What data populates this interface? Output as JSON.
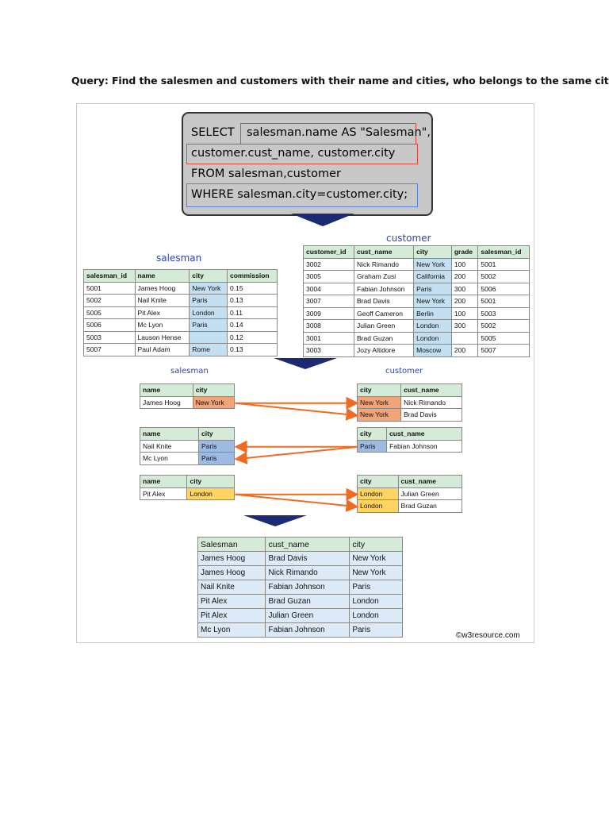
{
  "query": "Query: Find the salesmen and customers with their name and cities, who belongs to the same city",
  "sql": {
    "select_kw": "SELECT",
    "select_rest": "salesman.name AS \"Salesman\",",
    "line2": "customer.cust_name, customer.city",
    "line3": "FROM salesman,customer",
    "line4": "WHERE salesman.city=customer.city;"
  },
  "salesman_table": {
    "caption": "salesman",
    "headers": [
      "salesman_id",
      "name",
      "city",
      "commission"
    ],
    "rows": [
      [
        "5001",
        "James Hoog",
        "New York",
        "0.15"
      ],
      [
        "5002",
        "Nail Knite",
        "Paris",
        "0.13"
      ],
      [
        "5005",
        "Pit Alex",
        "London",
        "0.11"
      ],
      [
        "5006",
        "Mc Lyon",
        "Paris",
        "0.14"
      ],
      [
        "5003",
        "Lauson Hense",
        "",
        "0.12"
      ],
      [
        "5007",
        "Paul Adam",
        "Rome",
        "0.13"
      ]
    ]
  },
  "customer_table": {
    "caption": "customer",
    "headers": [
      "customer_id",
      "cust_name",
      "city",
      "grade",
      "salesman_id"
    ],
    "rows": [
      [
        "3002",
        "Nick Rimando",
        "New York",
        "100",
        "5001"
      ],
      [
        "3005",
        "Graham Zusi",
        "California",
        "200",
        "5002"
      ],
      [
        "3004",
        "Fabian Johnson",
        "Paris",
        "300",
        "5006"
      ],
      [
        "3007",
        "Brad Davis",
        "New York",
        "200",
        "5001"
      ],
      [
        "3009",
        "Geoff Cameron",
        "Berlin",
        "100",
        "5003"
      ],
      [
        "3008",
        "Julian Green",
        "London",
        "300",
        "5002"
      ],
      [
        "3001",
        "Brad Guzan",
        "London",
        "",
        "5005"
      ],
      [
        "3003",
        "Jozy Altidore",
        "Moscow",
        "200",
        "5007"
      ]
    ]
  },
  "match": {
    "salesman_caption": "salesman",
    "customer_caption": "customer",
    "salesman_headers": [
      "name",
      "city"
    ],
    "customer_headers": [
      "city",
      "cust_name"
    ],
    "groups": [
      {
        "salesmen": [
          [
            "James Hoog",
            "New York"
          ]
        ],
        "customers": [
          [
            "New York",
            "Nick Rimando"
          ],
          [
            "New York",
            "Brad Davis"
          ]
        ],
        "color": "#f2a478"
      },
      {
        "salesmen": [
          [
            "Nail Knite",
            "Paris"
          ],
          [
            "Mc Lyon",
            "Paris"
          ]
        ],
        "customers": [
          [
            "Paris",
            "Fabian Johnson"
          ]
        ],
        "color": "#9dbbe2"
      },
      {
        "salesmen": [
          [
            "Pit Alex",
            "London"
          ]
        ],
        "customers": [
          [
            "London",
            "Julian Green"
          ],
          [
            "London",
            "Brad Guzan"
          ]
        ],
        "color": "#ffd460"
      }
    ],
    "arrow_color": "#f06a22"
  },
  "result": {
    "headers": [
      "Salesman",
      "cust_name",
      "city"
    ],
    "rows": [
      [
        "James Hoog",
        "Brad Davis",
        "New York"
      ],
      [
        "James Hoog",
        "Nick Rimando",
        "New York"
      ],
      [
        "Nail Knite",
        "Fabian Johnson",
        "Paris"
      ],
      [
        "Pit Alex",
        "Brad Guzan",
        "London"
      ],
      [
        "Pit Alex",
        "Julian Green",
        "London"
      ],
      [
        "Mc Lyon",
        "Fabian Johnson",
        "Paris"
      ]
    ]
  },
  "copyright": "©w3resource.com"
}
